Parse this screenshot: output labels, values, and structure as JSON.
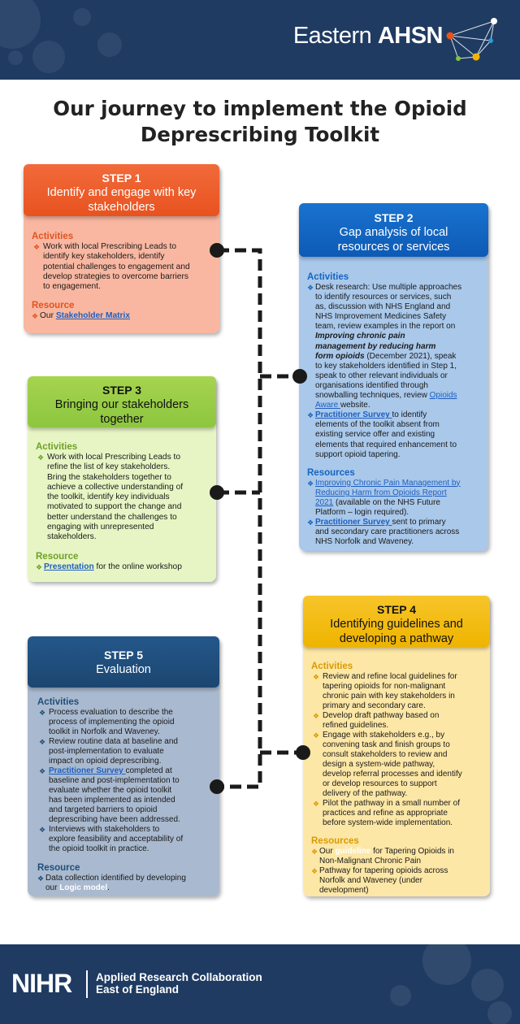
{
  "header": {
    "brand_light": "Eastern",
    "brand_bold": "AHSN"
  },
  "title_line1": "Our journey to implement the Opioid",
  "title_line2": "Deprescribing Toolkit",
  "colors": {
    "header_bg": "#1f3b62",
    "step1": "#f05a28",
    "step2": "#1565c0",
    "step3": "#8dc63f",
    "step4": "#f0b800",
    "step5": "#1f4e79"
  },
  "step1": {
    "num": "STEP 1",
    "title1": "Identify and engage with key",
    "title2": "stakeholders",
    "activities": "Activities",
    "a1": [
      "Work with local Prescribing Leads to",
      "identify key stakeholders, identify",
      "potential challenges to engagement and",
      "develop strategies to overcome barriers",
      "to engagement."
    ],
    "resource": "Resource",
    "r1_pre": "Our ",
    "r1_link": "Stakeholder Matrix"
  },
  "step2": {
    "num": "STEP 2",
    "title1": "Gap analysis of local",
    "title2": "resources or services",
    "activities": "Activities",
    "a1": [
      "Desk research: Use multiple approaches",
      "to identify resources or services, such",
      "as, discussion with NHS England and",
      "NHS Improvement Medicines Safety",
      "team, review examples in the report on"
    ],
    "a1_italic": [
      "Improving chronic pain",
      "management by reducing harm"
    ],
    "a1_italic_end": "form opioids",
    "a1_after_italic": " (December 2021), speak",
    "a1_tail": [
      "to key stakeholders identified in Step 1,",
      "speak to other relevant individuals  or",
      "organisations identified  through"
    ],
    "a1_last_pre": "snowballing techniques, review ",
    "a1_link1": "Opioids",
    "a1_link2": "Aware ",
    "a1_last_post": "website.",
    "a2_link": "Practitioner Survey ",
    "a2_first": "to identify",
    "a2_tail": [
      "elements of the toolkit absent from",
      "existing service offer and existing",
      "elements that required enhancement to",
      "support opioid tapering."
    ],
    "resources": "Resources",
    "r1_link": [
      "Improving Chronic Pain Management by",
      "Reducing Harm from Opioids Report"
    ],
    "r1_link_end": "2021",
    "r1_after": " (available on the NHS Future",
    "r1_tail": "Platform – login required).",
    "r2_link": "Practitioner Survey ",
    "r2_first": "sent to primary",
    "r2_tail": "and secondary care practitioners across",
    "r2_tail2": "NHS Norfolk and Waveney."
  },
  "step3": {
    "num": "STEP 3",
    "title1": "Bringing our stakeholders",
    "title2": "together",
    "activities": "Activities",
    "a1": [
      "Work with local Prescribing  Leads to",
      "refine the list of key stakeholders.",
      "Bring the stakeholders together to",
      "achieve a collective understanding of",
      "the toolkit, identify key individuals",
      "motivated to support the change and",
      "better understand the challenges  to",
      "engaging with unrepresented",
      "stakeholders."
    ],
    "resource": "Resource",
    "r1_link": "Presentation",
    "r1_post": " for the online workshop"
  },
  "step4": {
    "num": "STEP 4",
    "title1": "Identifying guidelines and",
    "title2": "developing a pathway",
    "activities": "Activities",
    "a1": [
      "Review and refine local guidelines for",
      "tapering opioids for non-malignant",
      "chronic pain with key stakeholders in",
      "primary and secondary care."
    ],
    "a2": [
      "Develop draft pathway based on",
      "refined guidelines."
    ],
    "a3": [
      "Engage with stakeholders e.g., by",
      "convening task and finish groups to",
      "consult stakeholders to review and",
      "design a system-wide pathway,",
      "develop referral processes and identify",
      "or develop resources to support",
      "delivery of the pathway."
    ],
    "a4": [
      "Pilot the pathway in  a small number of",
      "practices and refine as appropriate",
      "before system-wide implementation."
    ],
    "resources": "Resources",
    "r1_pre": "Our ",
    "r1_link": "guideline ",
    "r1_post": "for Tapering Opioids in",
    "r1_tail": "Non-Malignant Chronic Pain",
    "r2": [
      "Pathway for tapering opioids across",
      "Norfolk and Waveney (under",
      "development)"
    ]
  },
  "step5": {
    "num": "STEP 5",
    "title1": "Evaluation",
    "activities": "Activities",
    "a1": [
      "Process evaluation to describe the",
      "process of implementing  the opioid",
      "toolkit in  Norfolk and Waveney."
    ],
    "a2": [
      "Review routine data at baseline and",
      "post-implementation to evaluate",
      "impact on opioid deprescribing."
    ],
    "a3_link": "Practitioner Survey ",
    "a3_first": "completed at",
    "a3_tail": [
      "baseline and post-implementation to",
      "evaluate whether the opioid toolkit",
      "has been implemented as intended",
      "and targeted barriers to opioid",
      "deprescribing have been addressed."
    ],
    "a4": [
      "Interviews with stakeholders to",
      "explore feasibility  and acceptability of",
      "the opioid toolkit in  practice."
    ],
    "resource": "Resource",
    "r1": "Data collection identified  by developing",
    "r1b_pre": "our ",
    "r1b_link": "Logic model",
    "r1b_post": "."
  },
  "footer": {
    "nihr": "NIHR",
    "arc1": "Applied Research Collaboration",
    "arc2": "East of England"
  }
}
